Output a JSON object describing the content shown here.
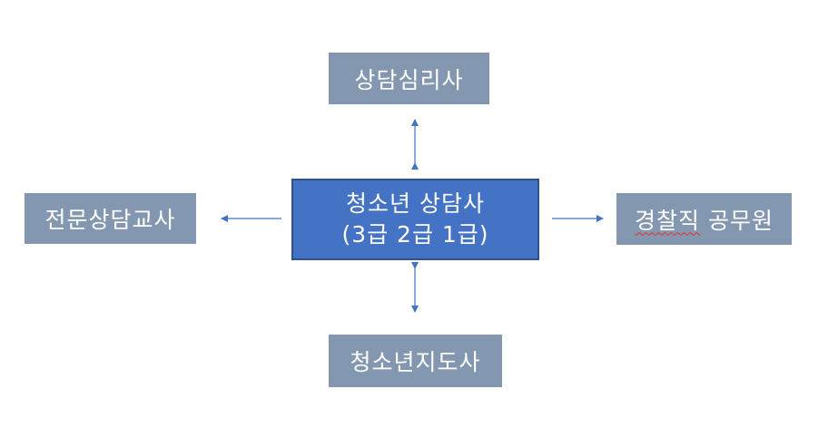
{
  "diagram": {
    "top_box": "상담심리사",
    "bottom_box": "청소년지도사",
    "left_box": "전문상담교사",
    "right_box_part1": "경찰직",
    "right_box_part2": " 공무원",
    "center_line1": "청소년 상담사",
    "center_line2": "(3급 2급 1급)"
  },
  "colors": {
    "gray_box": "#8497b0",
    "center_box": "#4472c4",
    "center_border": "#2f528f",
    "arrow": "#4472c4"
  }
}
